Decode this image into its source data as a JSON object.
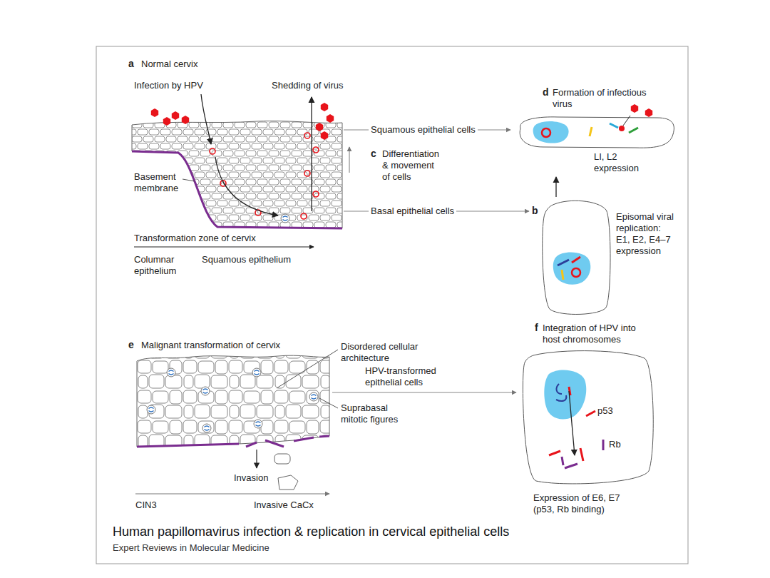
{
  "diagram": {
    "title": "Human papillomavirus infection & replication in cervical epithelial cells",
    "caption": "Expert Reviews in Molecular Medicine",
    "nodes": [
      {
        "text": [
          "Formation of infectious virus",
          "LI, L2 expression"
        ]
      },
      {
        "text": [
          "Episomal viral replication: E1, E2, E4–7 expression"
        ]
      },
      {
        "text": [
          "Integration of HPV into host chromosomes",
          "p53",
          "Rb",
          "Expression of E6, E7 (p53, Rb binding)"
        ]
      }
    ],
    "edges": [
      {
        "from": 1,
        "to": 0,
        "arrow": "to"
      }
    ],
    "labels": [
      "a",
      "Normal cervix",
      "Infection by HPV",
      "Shedding of virus",
      "Squamous epithelial cells",
      "c",
      "Differentiation & movement of cells",
      "Basal epithelial cells",
      "b",
      "Basement membrane",
      "Transformation zone of cervix",
      "Columnar epithelium",
      "Squamous epithelium",
      "d",
      "e",
      "Malignant transformation of cervix",
      "Disordered cellular architecture",
      "HPV-transformed epithelial cells",
      "Suprabasal mitotic figures",
      "Invasion",
      "CIN3",
      "Invasive CaCx",
      "f"
    ]
  }
}
